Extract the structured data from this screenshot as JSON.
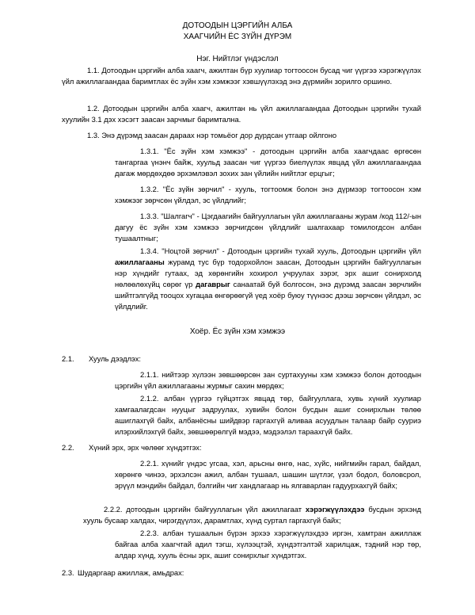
{
  "document": {
    "title_line1": "ДОТООДЫН ЦЭРГИЙН АЛБА",
    "title_line2": "ХААГЧИЙН ЁС ЗҮЙН ДҮРЭМ"
  },
  "section1": {
    "heading": "Нэг. Нийтлэг үндэслэл",
    "p1_1": "1.1. Дотоодын цэргийн алба хаагч, ажилтан бүр хуулиар тогтоосон бусад чиг үүргээ хэрэгжүүлэх үйл ажиллагаандаа баримтлах ёс зүйн хэм хэмжээг хэвшүүлэхэд энэ дүрмийн зорилго оршино.",
    "p1_2": "1.2. Дотоодын цэргийн алба хаагч, ажилтан нь үйл ажиллагаандаа Дотоодын цэргийн тухай хуулийн 3.1 дэх хэсэгт заасан зарчмыг баримтална.",
    "p1_3": "1.3. Энэ дүрэмд заасан дараах нэр томьёог дор дурдсан утгаар ойлгоно",
    "p1_3_1": "1.3.1. \"Ёс зүйн хэм хэмжээ\" - дотоодын цэргийн алба хаагчдаас өргөсөн тангаргаа үнэнч байж, хуульд заасан чиг үүргээ биелүүлэх явцад үйл ажиллагаандаа дагаж мөрдөхдөө эрхэмлэвэл зохих зан үйлийн нийтлэг ерцгыг;",
    "p1_3_2": "1.3.2. \"Ёс зүйн зөрчил\" - хууль, тогтоомж болон энэ дүрмээр тогтоосон хэм хэмжээг зөрчсөн үйлдэл, эс үйлдлийг;",
    "p1_3_3": "1.3.3. \"Шалгагч\" - Цэгдаагийн байгууллагын үйл ажиллагааны журам /код 112/-ын дагуу ёс зүйн хэм хэмжээ зөрчигдсөн үйлдлийг шалгахаар томилогдсон албан тушаалтныг;",
    "p1_3_4a": "1.3.4. \"Ноцтой зөрчил\" - Дотоодын цэргийн тухай хууль, Дотоодын цэргийн үйл",
    "p1_3_4b": "ажиллагааны",
    "p1_3_4c": "журамд тус бүр тодорхойлон заасан, Дотоодын цэргийн байгууллагын нэр хүндийг гутаах, эд хөрөнгийн хохирол учруулах зэрэг, эрх ашиг сонирхолд нөлөөлөхүйц сөрөг үр",
    "p1_3_4d": "дагаврыг",
    "p1_3_4e": "санаатай буй болгосон, энэ дүрэмд заасан зөрчлийн шийтгэлгүйд тооцох хугацаа өнгөрөөгүй үед хоёр буюу түүнээс дээш зөрчсөн үйлдэл, эс үйлдлийг."
  },
  "section2": {
    "heading": "Хоёр. Ёс зүйн хэм хэмжээ",
    "s2_1_num": "2.1.",
    "s2_1_label": "Хууль дээдлэх:",
    "p2_1_1": "2.1.1. нийтээр хүлээн зөвшөөрсөн зан суртахууны хэм хэмжээ болон дотоодын цэргийн үйл ажиллагааны журмыг сахин мөрдөх;",
    "p2_1_2": "2.1.2. албан үүргээ гүйцэтгэх явцад төр, байгууллага, хувь хүний хуулиар хамгаалагдсан нууцыг задруулах, хувийн болон бусдын ашиг сонирхлын төлөө ашиглахгүй байх, албанёсны шийдвэр гаргахгүй аливаа асуудлын талаар байр сууриэ илэрхийлэхгүй байх, зөвшөөрөлгүй мэдээ, мэдээлэл тараахгүй байх.",
    "s2_2_num": "2.2.",
    "s2_2_label": "Хүний эрх, эрх чөлөөг хүндэтгэх:",
    "p2_2_1": "2.2.1. хүнийг үндэс угсаа, хэл, арьсны өнгө, нас, хүйс, нийгмийн гарал, байдал, хөрөнгө чинээ, эрхэлсэн ажил, албан тушаал, шашин шүтлэг, үзэл бодол, боловсрол, эрүүл мэндийн байдал, бэлгийн чиг хандлагаар нь ялгаварлан гадуурхахгүй байх;",
    "p2_2_2a": "2.2.2. дотоодын цэргийн байгууллагын үйл ажиллагаат",
    "p2_2_2b": "хэрэгжүүлэхдээ",
    "p2_2_2c": "бусдын эрхэнд хууль бусаар халдах, чирэгдүүлэх, дарамтлах, хүнд суртал гаргахгүй байх;",
    "p2_2_3": "2.2.3. албан тушаалын бүрэн эрхээ хэрэгжүүлэхдээ иргэн, хамтран ажиллаж байгаа алба хаагчтай адил тэгш, хүлээцтэй, хүндэтгэлтэй харилцаж, тэдний нэр төр, алдар хүнд, хууль ёсны эрх, ашиг сонирхлыг хүндэтгэх.",
    "s2_3_num": "2.3.",
    "s2_3_label": "Шударгаар ажиллаж, амьдрах:"
  }
}
